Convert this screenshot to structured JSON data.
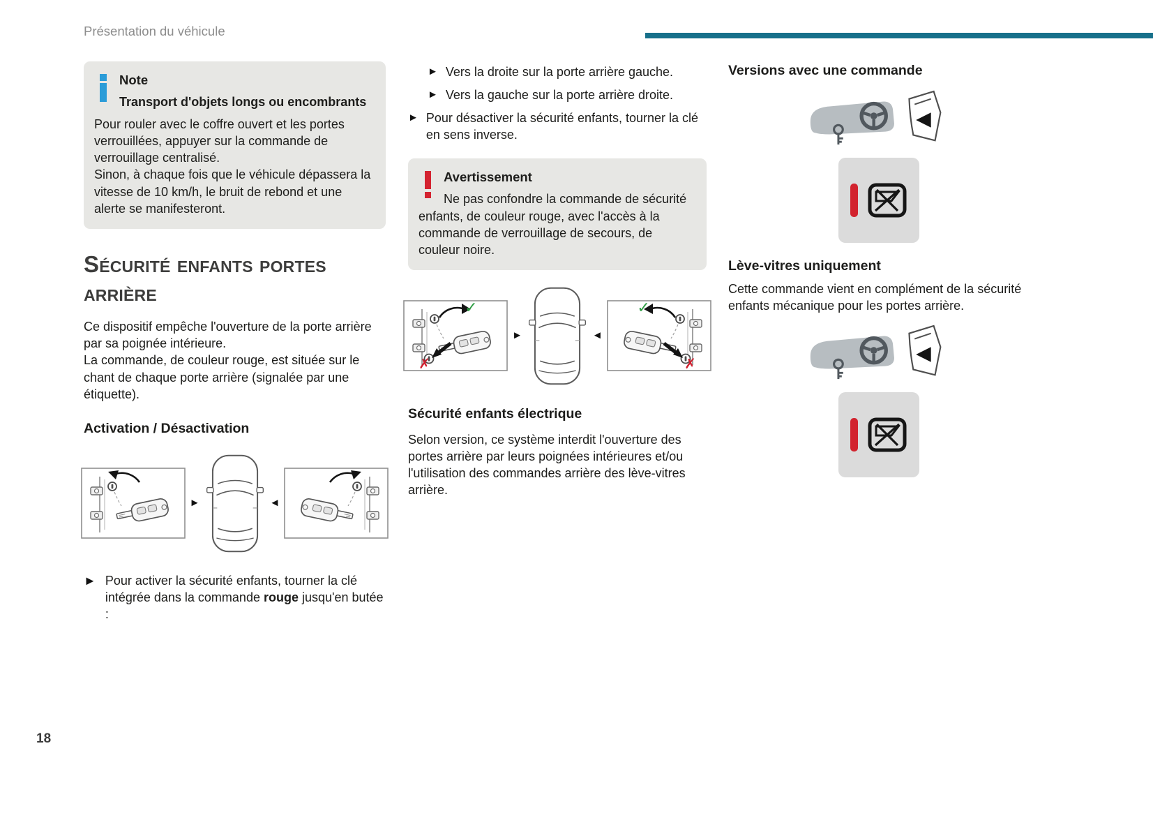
{
  "page": {
    "header_title": "Présentation du véhicule",
    "page_number": "18"
  },
  "glyphs": {
    "bullet": "►",
    "pointer_right": "►",
    "pointer_left": "◄",
    "check": "✓",
    "cross": "✗"
  },
  "theme": {
    "accent_teal": "#17708a",
    "note_blue": "#2b9cd8",
    "warning_red": "#d42330",
    "box_gray": "#e7e7e4",
    "picto_gray": "#dbdbdb",
    "red_bar": "#d2232e"
  },
  "note": {
    "title": "Note",
    "subtitle": "Transport d'objets longs ou encombrants",
    "body1": "Pour rouler avec le coffre ouvert et les portes verrouillées, appuyer sur la commande de verrouillage centralisé.",
    "body2": "Sinon, à chaque fois que le véhicule dépassera la vitesse de 10 km/h, le bruit de rebond et une alerte se manifesteront."
  },
  "section_child_safety": {
    "title": "Sécurité enfants portes arrière",
    "p1": "Ce dispositif empêche l'ouverture de la porte arrière par sa poignée intérieure.",
    "p2": "La commande, de couleur rouge, est située sur le chant de chaque porte arrière (signalée par une étiquette).",
    "subheading": "Activation / Désactivation",
    "bullet_activate_pre": "Pour activer la sécurité enfants, tourner la clé intégrée dans la commande ",
    "bullet_activate_bold": "rouge",
    "bullet_activate_post": " jusqu'en butée :"
  },
  "column2": {
    "bullets": [
      "Vers la droite sur la porte arrière gauche.",
      "Vers la gauche sur la porte arrière droite.",
      "Pour désactiver la sécurité enfants, tourner la clé en sens inverse."
    ],
    "warning": {
      "title": "Avertissement",
      "body": "Ne pas confondre la commande de sécurité enfants, de couleur rouge, avec l'accès à la commande de verrouillage de secours, de couleur noire."
    },
    "electric": {
      "subheading": "Sécurité enfants électrique",
      "body": "Selon version, ce système interdit l'ouverture des portes arrière par leurs poignées intérieures et/ou l'utilisation des commandes arrière des lève-vitres arrière."
    }
  },
  "column3": {
    "heading_command": "Versions avec une commande",
    "heading_windows": "Lève-vitres uniquement",
    "body": "Cette commande vient en complément de la sécurité enfants mécanique pour les portes arrière."
  }
}
